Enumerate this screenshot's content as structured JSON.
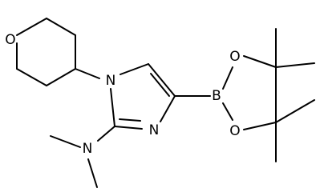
{
  "molecule": {
    "atoms": {
      "oxygen_pyran": "O",
      "nitrogen_1": "N",
      "nitrogen_3": "N",
      "nitrogen_amine": "N",
      "boron": "B",
      "oxygen_boronate_top": "O",
      "oxygen_boronate_bottom": "O"
    }
  }
}
